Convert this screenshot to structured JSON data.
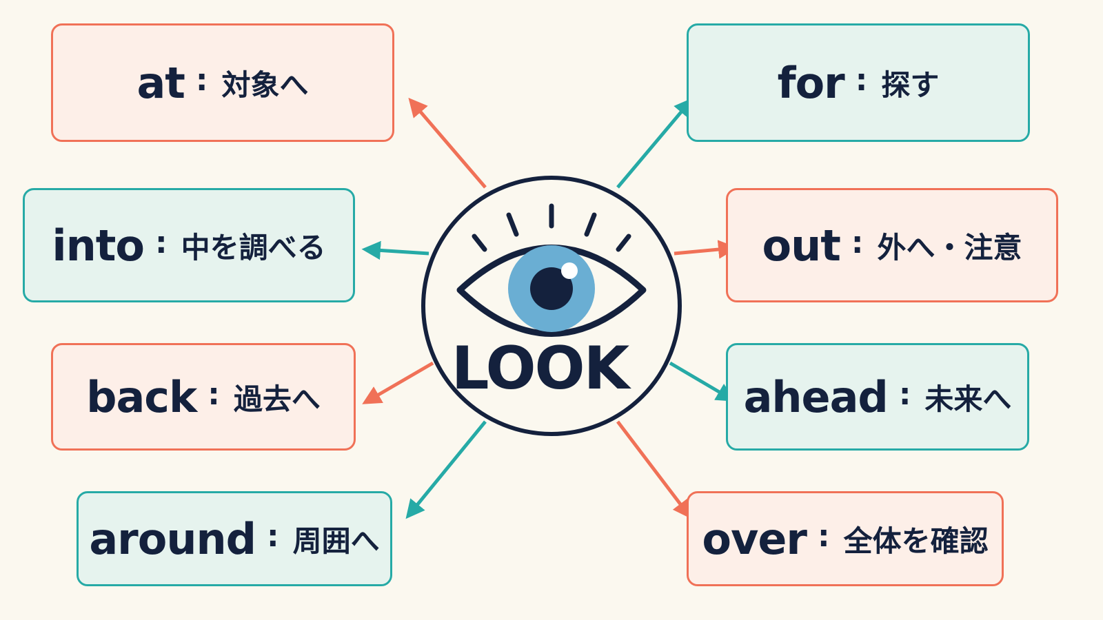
{
  "center": {
    "label": "LOOK",
    "icon": "eye-icon"
  },
  "colors": {
    "background": "#fbf8ef",
    "navy": "#14213d",
    "coral": "#f07157",
    "coral_fill": "#fdefe8",
    "teal": "#26aaa6",
    "teal_fill": "#e6f3ee",
    "iris": "#6aaed3"
  },
  "separator": ":",
  "items": [
    {
      "word": "at",
      "meaning": "対象へ",
      "color": "coral"
    },
    {
      "word": "for",
      "meaning": "探す",
      "color": "teal"
    },
    {
      "word": "into",
      "meaning": "中を調べる",
      "color": "teal"
    },
    {
      "word": "out",
      "meaning": "外へ・注意",
      "color": "coral"
    },
    {
      "word": "back",
      "meaning": "過去へ",
      "color": "coral"
    },
    {
      "word": "ahead",
      "meaning": "未来へ",
      "color": "teal"
    },
    {
      "word": "around",
      "meaning": "周囲へ",
      "color": "teal"
    },
    {
      "word": "over",
      "meaning": "全体を確認",
      "color": "coral"
    }
  ]
}
